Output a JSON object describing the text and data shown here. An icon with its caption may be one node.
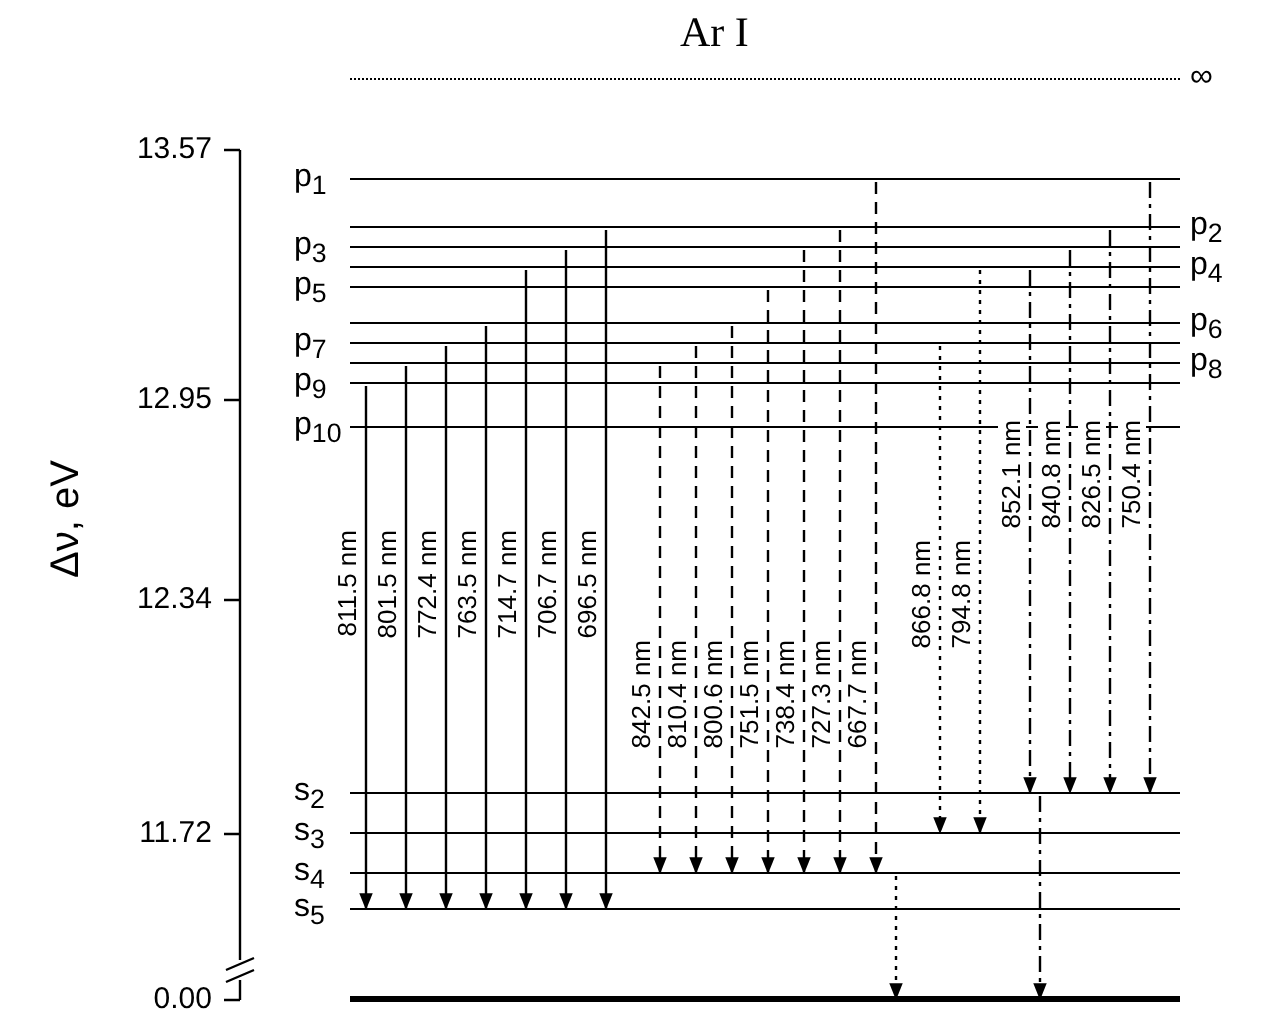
{
  "diagram": {
    "title": "Ar I",
    "nodes": [
      {
        "text": [
          "∞"
        ]
      },
      {
        "text": [
          "p$_{1}$"
        ]
      },
      {
        "text": [
          "p$_{2}$"
        ]
      },
      {
        "text": [
          "p$_{3}$"
        ]
      },
      {
        "text": [
          "p$_{4}$"
        ]
      },
      {
        "text": [
          "p$_{5}$"
        ]
      },
      {
        "text": [
          "p$_{6}$"
        ]
      },
      {
        "text": [
          "p$_{7}$"
        ]
      },
      {
        "text": [
          "p$_{8}$"
        ]
      },
      {
        "text": [
          "p$_{9}$"
        ]
      },
      {
        "text": [
          "p$_{10}$"
        ]
      },
      {
        "text": [
          "s$_{2}$"
        ]
      },
      {
        "text": [
          "s$_{3}$"
        ]
      },
      {
        "text": [
          "s$_{4}$"
        ]
      },
      {
        "text": [
          "s$_{5}$"
        ]
      },
      {
        "text": [],
        "shape": "bar"
      }
    ],
    "edges": [
      {
        "from": 9,
        "to": 14,
        "arrow": "to",
        "label": "811.5 nm"
      },
      {
        "from": 8,
        "to": 14,
        "arrow": "to",
        "label": "801.5 nm"
      },
      {
        "from": 7,
        "to": 14,
        "arrow": "to",
        "label": "772.4 nm"
      },
      {
        "from": 6,
        "to": 14,
        "arrow": "to",
        "label": "763.5 nm"
      },
      {
        "from": 4,
        "to": 14,
        "arrow": "to",
        "label": "714.7 nm"
      },
      {
        "from": 3,
        "to": 14,
        "arrow": "to",
        "label": "706.7 nm"
      },
      {
        "from": 2,
        "to": 14,
        "arrow": "to",
        "label": "696.5 nm"
      },
      {
        "from": 8,
        "to": 13,
        "arrow": "to",
        "label": "842.5 nm",
        "style": "dashed"
      },
      {
        "from": 7,
        "to": 13,
        "arrow": "to",
        "label": "810.4 nm",
        "style": "dashed"
      },
      {
        "from": 6,
        "to": 13,
        "arrow": "to",
        "label": "800.6 nm",
        "style": "dashed"
      },
      {
        "from": 5,
        "to": 13,
        "arrow": "to",
        "label": "751.5 nm",
        "style": "dashed"
      },
      {
        "from": 3,
        "to": 13,
        "arrow": "to",
        "label": "738.4 nm",
        "style": "dashed"
      },
      {
        "from": 2,
        "to": 13,
        "arrow": "to",
        "label": "727.3 nm",
        "style": "dashed"
      },
      {
        "from": 1,
        "to": 13,
        "arrow": "to",
        "label": "667.7 nm",
        "style": "dashed"
      },
      {
        "from": 13,
        "to": 15,
        "arrow": "to",
        "style": "dashed"
      },
      {
        "from": 7,
        "to": 12,
        "arrow": "to",
        "label": "866.8 nm",
        "style": "dashed"
      },
      {
        "from": 4,
        "to": 12,
        "arrow": "to",
        "label": "794.8 nm",
        "style": "dashed"
      },
      {
        "from": 4,
        "to": 11,
        "arrow": "to",
        "label": "852.1 nm",
        "style": "dashed"
      },
      {
        "from": 3,
        "to": 11,
        "arrow": "to",
        "label": "840.8 nm",
        "style": "dashed"
      },
      {
        "from": 2,
        "to": 11,
        "arrow": "to",
        "label": "826.5 nm",
        "style": "dashed"
      },
      {
        "from": 1,
        "to": 11,
        "arrow": "to",
        "label": "750.4 nm",
        "style": "dashed"
      },
      {
        "from": 11,
        "to": 15,
        "arrow": "to",
        "style": "dashed"
      }
    ],
    "labels": [
      "13.57",
      "12.95",
      "12.34",
      "11.72",
      "0.00",
      "Δν, eV"
    ]
  }
}
